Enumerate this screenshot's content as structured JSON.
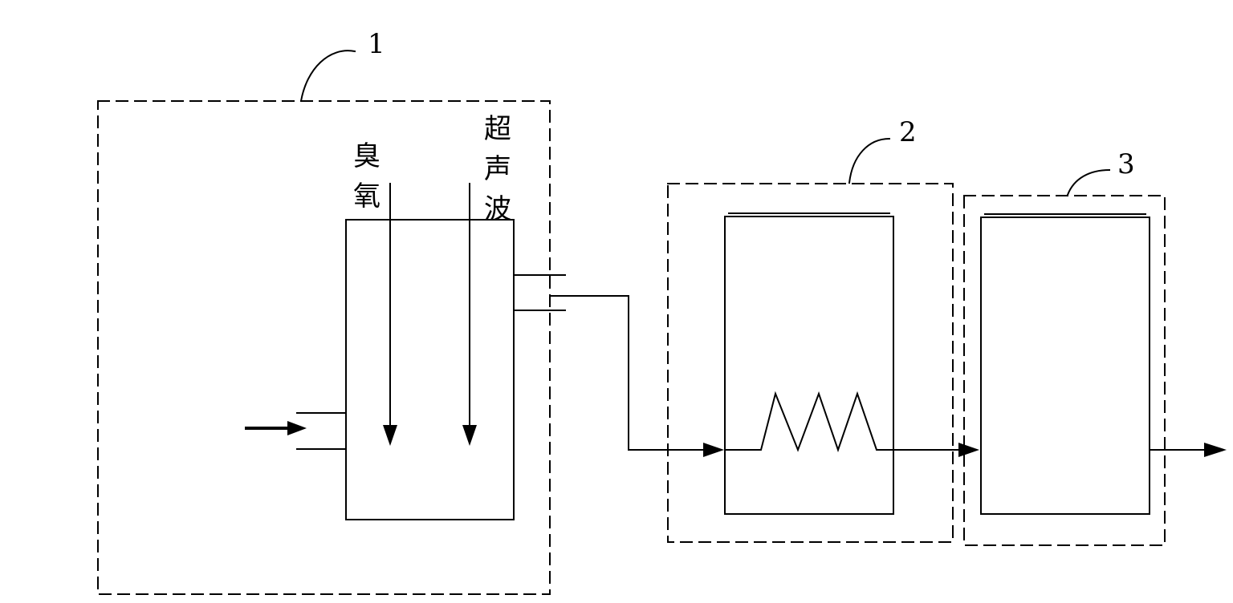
{
  "labels": {
    "unit_1": "1",
    "unit_2": "2",
    "unit_3": "3"
  },
  "vertical_text": {
    "left_stack": [
      "臭",
      "氧"
    ],
    "right_stack": [
      "超",
      "声",
      "波"
    ]
  }
}
